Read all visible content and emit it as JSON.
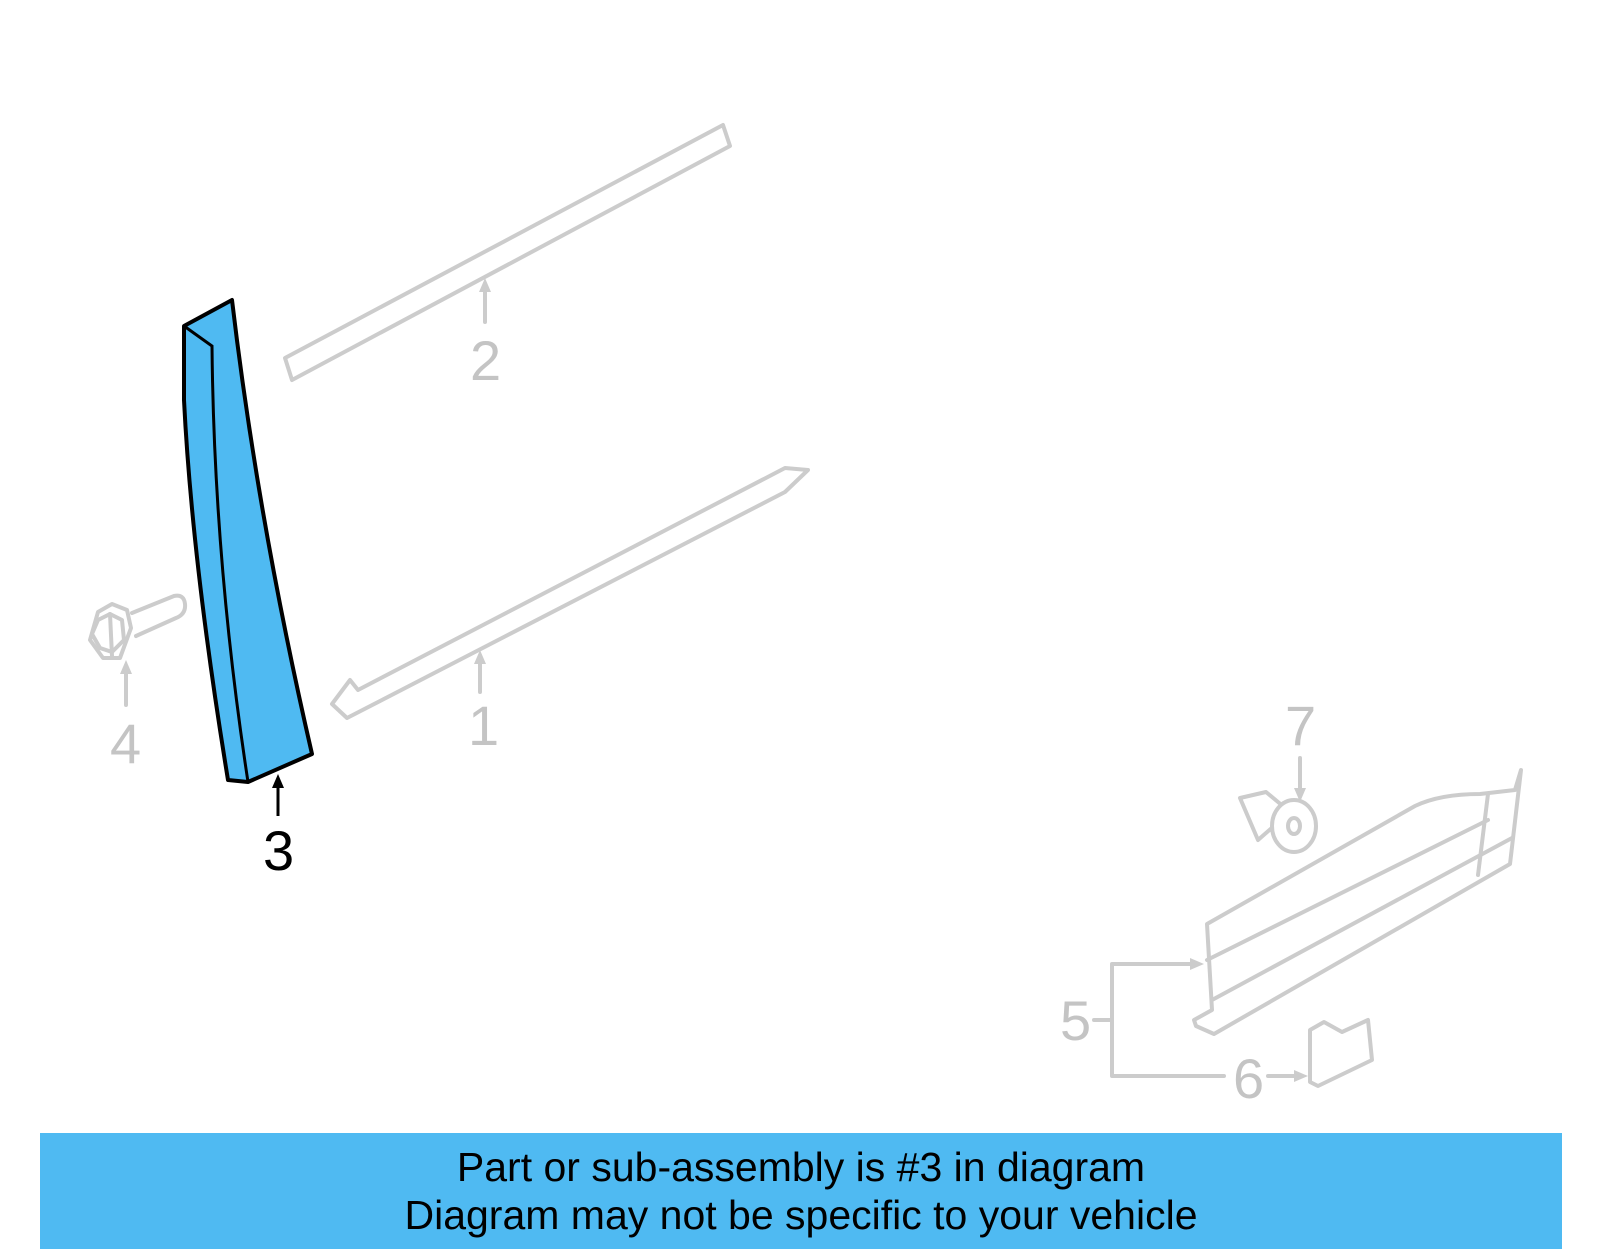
{
  "diagram": {
    "callouts": {
      "c1": "1",
      "c2": "2",
      "c3": "3",
      "c4": "4",
      "c5": "5",
      "c6": "6",
      "c7": "7"
    },
    "highlighted_part": "3",
    "colors": {
      "highlight_fill": "#4fbaf2",
      "ghost_stroke": "#cccccc",
      "banner_background": "#4fbaf2"
    }
  },
  "banner": {
    "line1": "Part or sub-assembly is #3 in diagram",
    "line2": "Diagram may not be specific to your vehicle"
  }
}
